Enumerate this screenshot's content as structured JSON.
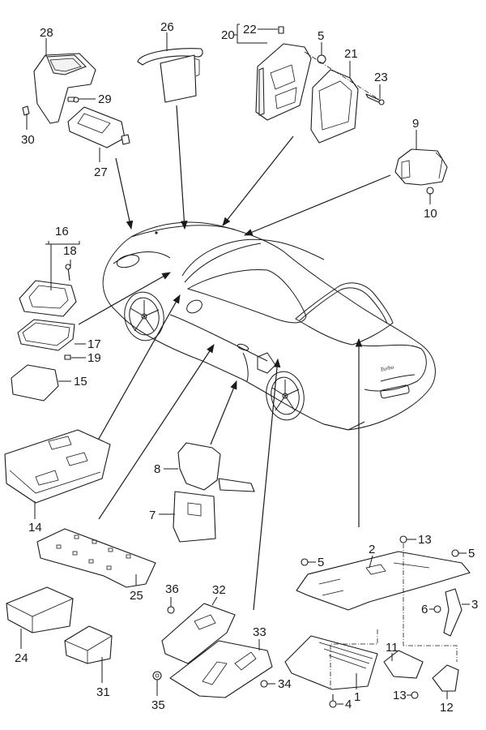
{
  "diagram": {
    "title": "Control units / electronic modules - vehicle overview",
    "background": "#ffffff",
    "line_color": "#1a1a1a",
    "vehicle": {
      "name": "car-overview",
      "badge_text": "Turbo"
    },
    "callouts": {
      "c1": "1",
      "c2": "2",
      "c3": "3",
      "c4": "4",
      "c5a": "5",
      "c5b": "5",
      "c5c": "5",
      "c6": "6",
      "c7": "7",
      "c8": "8",
      "c9": "9",
      "c10": "10",
      "c11": "11",
      "c12": "12",
      "c13a": "13",
      "c13b": "13",
      "c14": "14",
      "c15": "15",
      "c16": "16",
      "c17": "17",
      "c18": "18",
      "c19": "19",
      "c20": "20",
      "c21": "21",
      "c22": "22",
      "c23": "23",
      "c24": "24",
      "c25": "25",
      "c26": "26",
      "c27": "27",
      "c28": "28",
      "c29": "29",
      "c30": "30",
      "c31": "31",
      "c32": "32",
      "c33": "33",
      "c34": "34",
      "c35": "35",
      "c36": "36"
    }
  }
}
